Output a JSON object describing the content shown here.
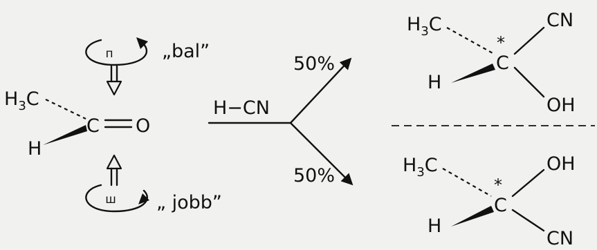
{
  "reactant": {
    "methyl": "H",
    "methyl_sub": "3",
    "methyl_tail": "C",
    "hydrogen": "H",
    "carbon": "C",
    "oxygen": "O"
  },
  "attack_top": {
    "face_symbol": "п",
    "label": "„bal”"
  },
  "attack_bottom": {
    "face_symbol": "ш",
    "label": "„ jobb”"
  },
  "reagent": "H−CN",
  "yield_top": "50%",
  "yield_bottom": "50%",
  "product_top": {
    "methyl": "H",
    "methyl_sub": "3",
    "methyl_tail": "C",
    "carbon": "C",
    "star": "*",
    "upper_right": "CN",
    "lower_right": "OH",
    "hydrogen": "H"
  },
  "product_bottom": {
    "methyl": "H",
    "methyl_sub": "3",
    "methyl_tail": "C",
    "carbon": "C",
    "star": "*",
    "upper_right": "OH",
    "lower_right": "CN",
    "hydrogen": "H"
  }
}
